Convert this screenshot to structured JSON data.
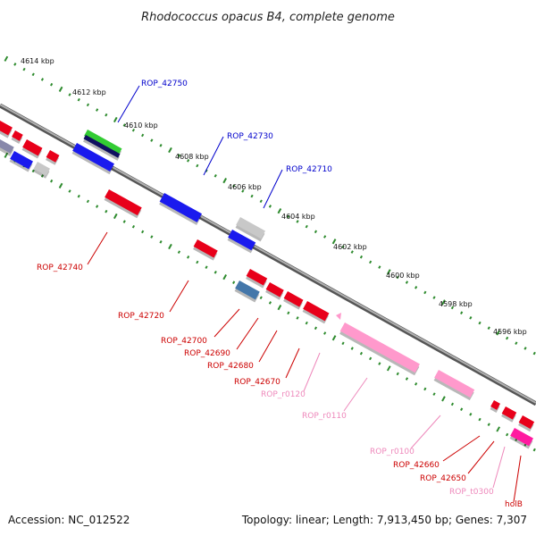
{
  "title": "Rhodococcus opacus B4, complete genome",
  "accession": "Accession: NC_012522",
  "topology": "Topology: linear; Length: 7,913,450 bp; Genes: 7,307",
  "colors": {
    "axis": "#777777",
    "tick": "#2e8b2e",
    "blue_label": "#0000cc",
    "red_label": "#cc0000",
    "pink_label": "#ee88bb",
    "gene_red": "#e8001a",
    "gene_blue": "#1a1aee",
    "gene_navy": "#101060",
    "gene_green": "#33cc33",
    "gene_gray": "#c8c8c8",
    "gene_steel": "#4477aa",
    "gene_pink": "#ff99cc",
    "gene_magenta": "#ff1aa0"
  },
  "ticks": [
    "4614 kbp",
    "4612 kbp",
    "4610 kbp",
    "4608 kbp",
    "4606 kbp",
    "4604 kbp",
    "4602 kbp",
    "4600 kbp",
    "4598 kbp",
    "4596 kbp"
  ],
  "labels_top": [
    "ROP_42750",
    "ROP_42730",
    "ROP_42710"
  ],
  "labels_bottom": [
    "ROP_42740",
    "ROP_42720",
    "ROP_42700",
    "ROP_42690",
    "ROP_42680",
    "ROP_42670",
    "ROP_r0120",
    "ROP_r0110",
    "ROP_r0100",
    "ROP_42660",
    "ROP_42650",
    "ROP_t0300",
    "holB"
  ]
}
